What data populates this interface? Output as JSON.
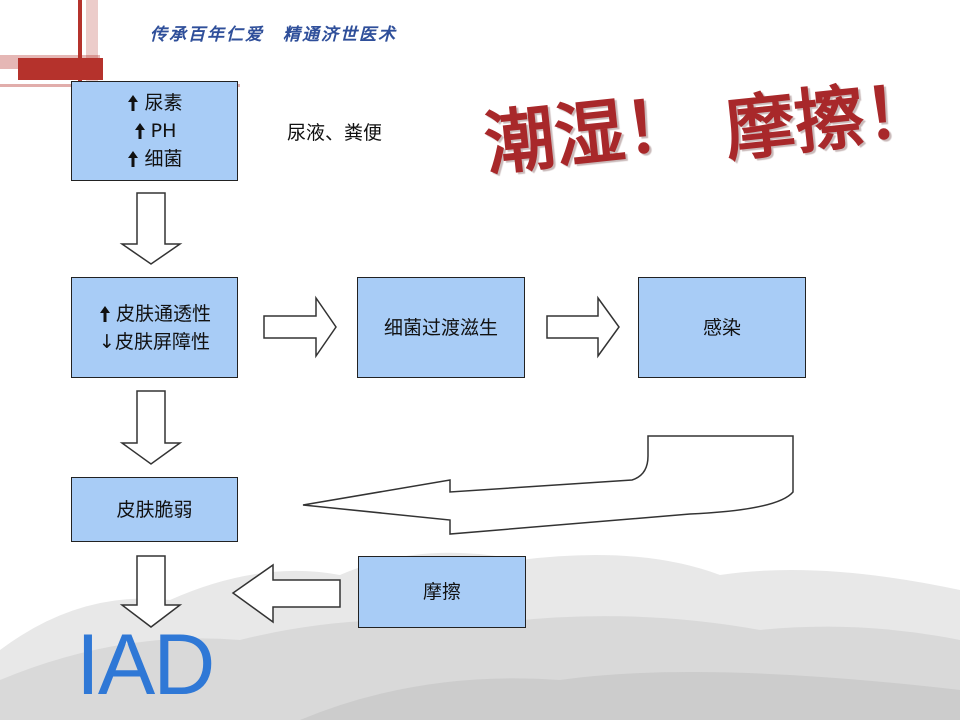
{
  "motto": "传承百年仁爱　精通济世医术",
  "banner": {
    "left": "潮湿！",
    "right": "摩擦！"
  },
  "note": "尿液、粪便",
  "boxes": {
    "cause": {
      "lines": [
        "尿素",
        "PH",
        "细菌"
      ]
    },
    "skin": {
      "line1": "皮肤通透性",
      "line2": "↓皮肤屏障性"
    },
    "bacteria": "细菌过渡滋生",
    "infection": "感染",
    "fragile": "皮肤脆弱",
    "friction": "摩擦"
  },
  "bottom_label": "IAD",
  "colors": {
    "box_fill": "#a8ccf6",
    "banner": "#a8282a",
    "label": "#2f78d6",
    "motto": "#2f4f9a"
  }
}
